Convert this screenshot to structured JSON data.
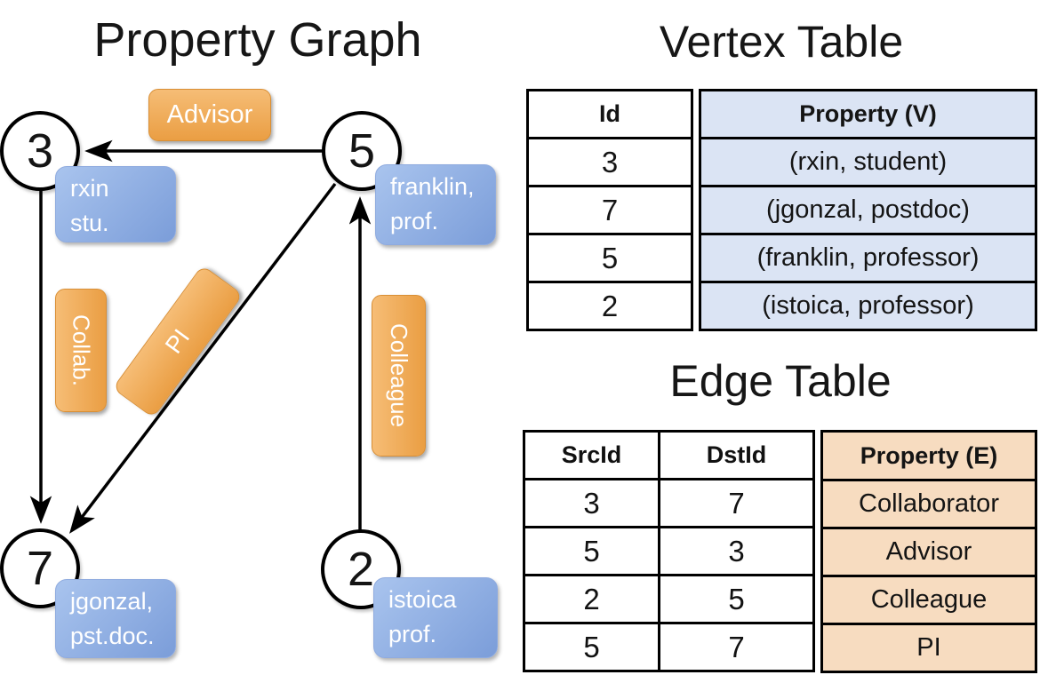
{
  "colors": {
    "orange_pill_top": "#f6bd76",
    "orange_pill_bottom": "#ea9e43",
    "blue_callout_top": "#a9c4ee",
    "blue_callout_bottom": "#7b9dd9",
    "vertex_table_fill": "#dbe4f4",
    "edge_table_fill": "#f7dcc0",
    "line_color": "#000000",
    "text_white": "#ffffff",
    "text_black": "#141414"
  },
  "graph": {
    "title": "Property Graph",
    "nodes": [
      {
        "id": "3",
        "label_line1": "rxin",
        "label_line2": "stu."
      },
      {
        "id": "5",
        "label_line1": "franklin,",
        "label_line2": "prof."
      },
      {
        "id": "7",
        "label_line1": "jgonzal,",
        "label_line2": "pst.doc."
      },
      {
        "id": "2",
        "label_line1": "istoica",
        "label_line2": "prof."
      }
    ],
    "edge_labels": [
      {
        "label": "Advisor"
      },
      {
        "label": "Collab."
      },
      {
        "label": "PI"
      },
      {
        "label": "Colleague"
      }
    ]
  },
  "vertex_table": {
    "title": "Vertex Table",
    "columns": {
      "id": "Id",
      "property": "Property (V)"
    },
    "rows": [
      {
        "id": "3",
        "property": "(rxin, student)"
      },
      {
        "id": "7",
        "property": "(jgonzal, postdoc)"
      },
      {
        "id": "5",
        "property": "(franklin, professor)"
      },
      {
        "id": "2",
        "property": "(istoica, professor)"
      }
    ]
  },
  "edge_table": {
    "title": "Edge Table",
    "columns": {
      "src": "SrcId",
      "dst": "DstId",
      "property": "Property (E)"
    },
    "rows": [
      {
        "src": "3",
        "dst": "7",
        "property": "Collaborator"
      },
      {
        "src": "5",
        "dst": "3",
        "property": "Advisor"
      },
      {
        "src": "2",
        "dst": "5",
        "property": "Colleague"
      },
      {
        "src": "5",
        "dst": "7",
        "property": "PI"
      }
    ]
  }
}
